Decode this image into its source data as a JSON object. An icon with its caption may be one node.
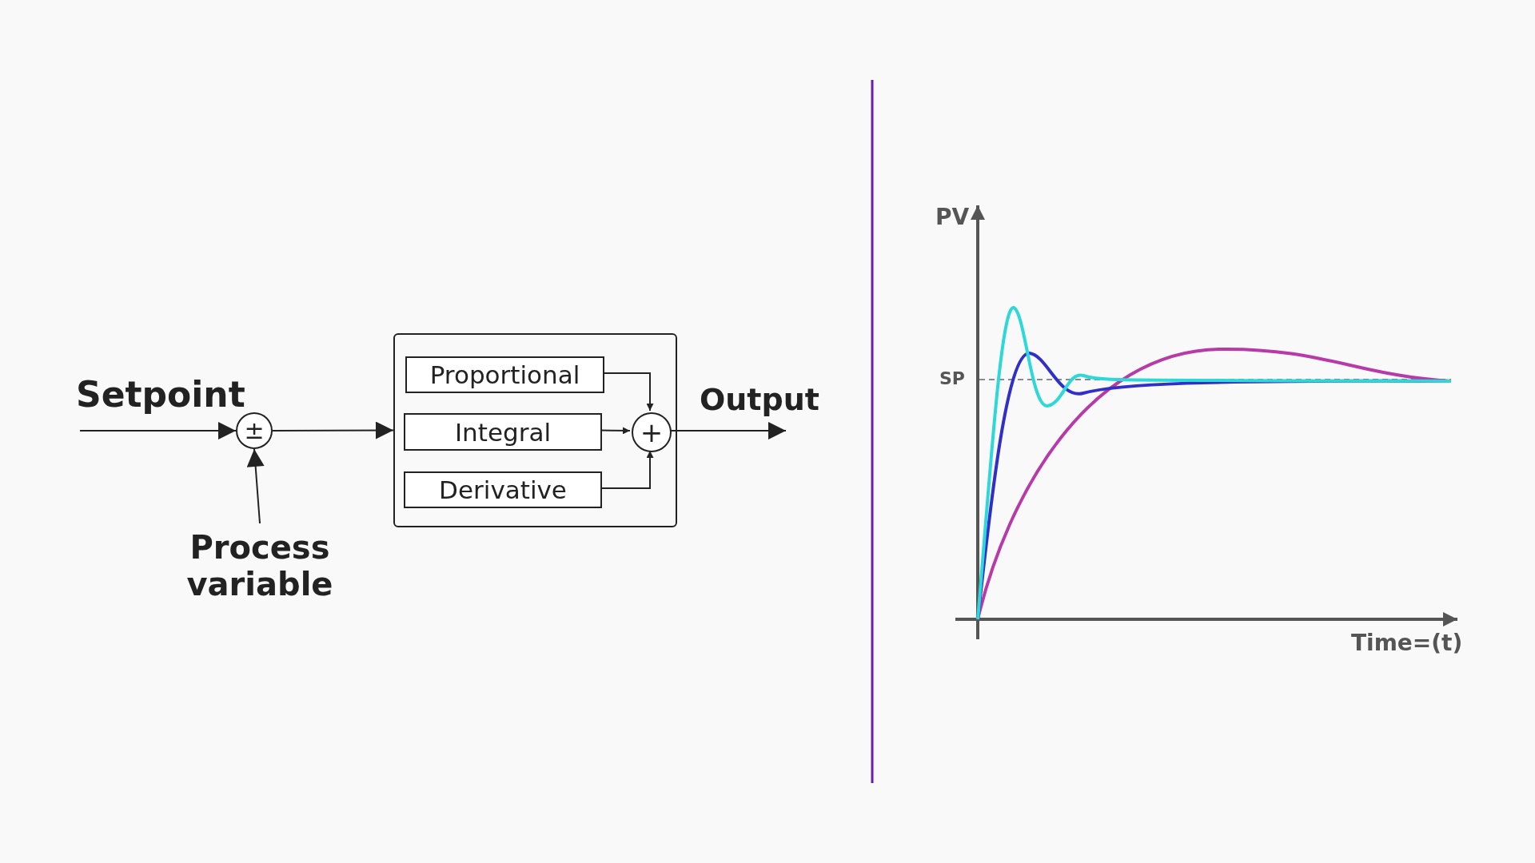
{
  "diagram": {
    "nodes": [
      {
        "text": [
          "±"
        ]
      },
      {
        "text": [
          "Process variable"
        ]
      },
      {
        "text": [],
        "shape": "box"
      },
      {
        "text": [
          "Proportional"
        ],
        "in": 2
      },
      {
        "text": [
          "Integral"
        ],
        "in": 2
      },
      {
        "text": [
          "Derivative"
        ],
        "in": 2
      },
      {
        "text": [
          "+"
        ],
        "in": 2
      }
    ],
    "edges": [
      {
        "from": null,
        "to": 0,
        "arrow": "to",
        "label": "Setpoint"
      },
      {
        "from": 1,
        "to": 0,
        "arrow": "to"
      },
      {
        "from": 0,
        "to": 2,
        "arrow": "to"
      },
      {
        "from": 3,
        "to": 6,
        "arrow": "to"
      },
      {
        "from": 4,
        "to": 6,
        "arrow": "to"
      },
      {
        "from": 5,
        "to": 6,
        "arrow": "to"
      },
      {
        "from": 6,
        "to": null,
        "arrow": "to",
        "label": "Output"
      }
    ],
    "labels": [
      "PV",
      "SP",
      "Time=(t)"
    ]
  }
}
